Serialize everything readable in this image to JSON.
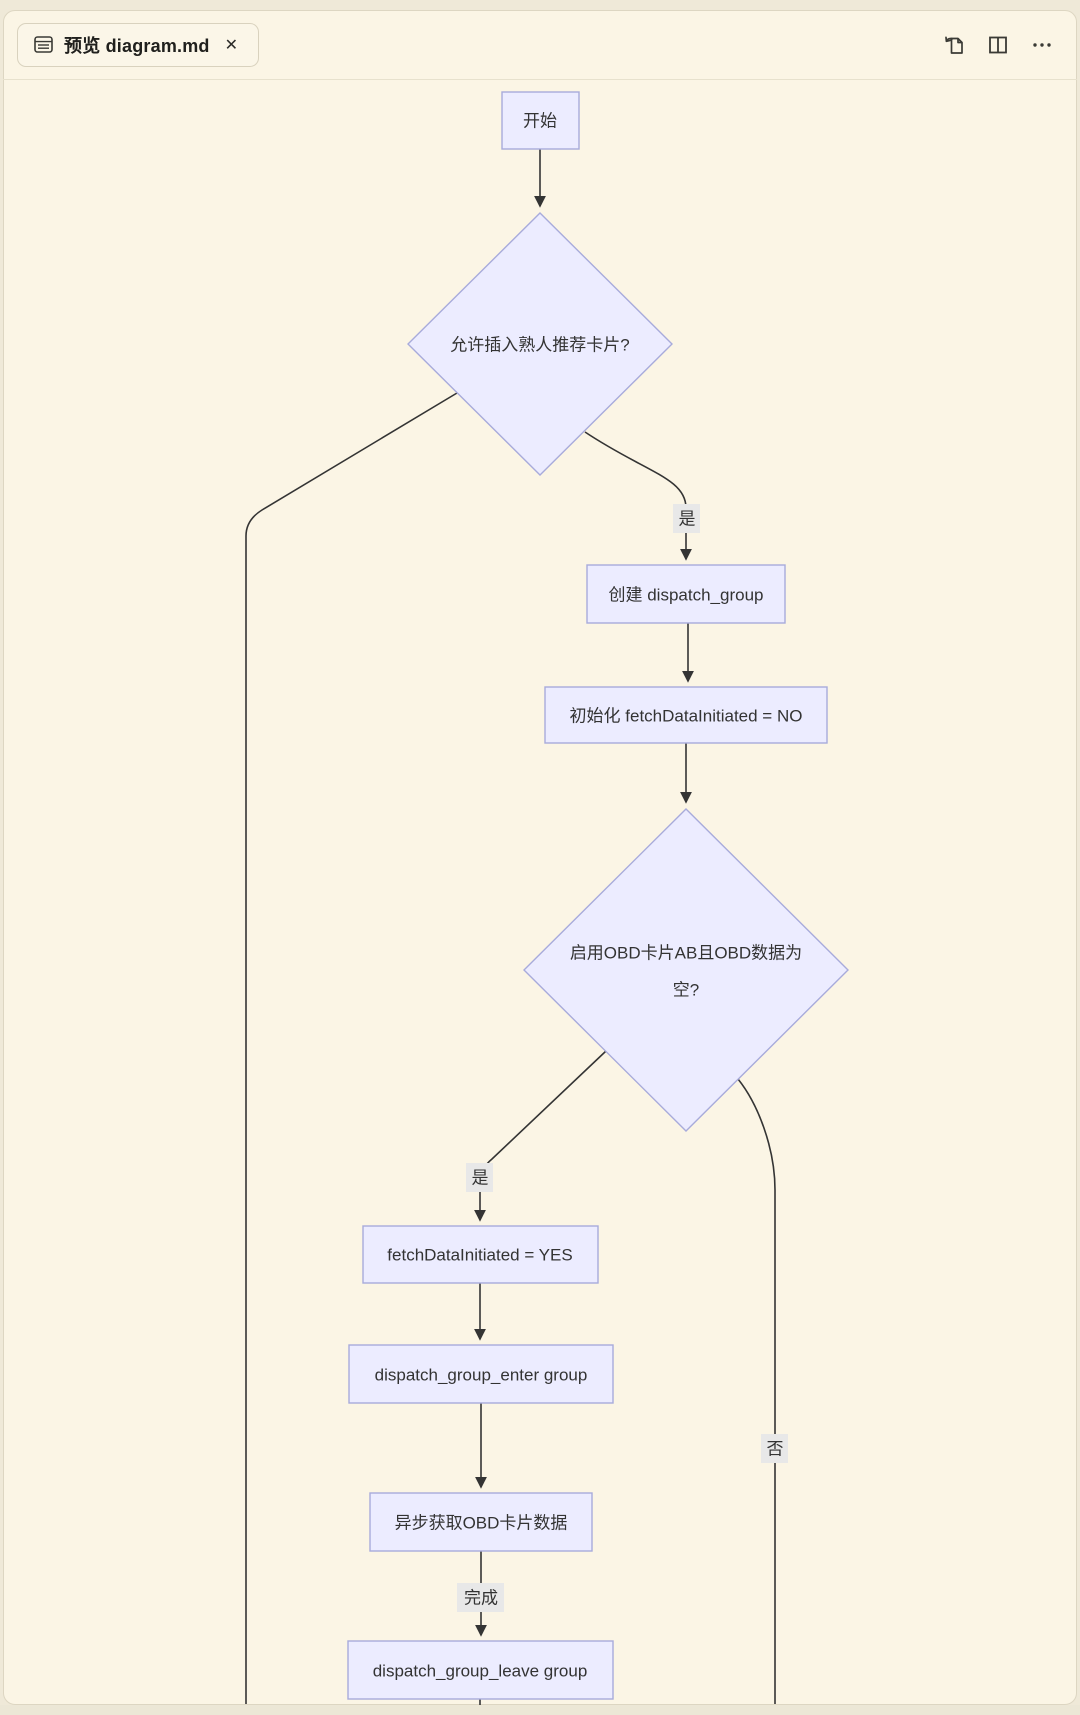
{
  "tab": {
    "title": "预览 diagram.md",
    "close_label": "✕"
  },
  "toolbar": {
    "icons": [
      "open-changes-icon",
      "split-editor-icon",
      "more-actions-icon"
    ]
  },
  "flowchart": {
    "nodes": {
      "start": {
        "label": "开始"
      },
      "decision1": {
        "label": "允许插入熟人推荐卡片?"
      },
      "create_group": {
        "label": "创建 dispatch_group"
      },
      "init_flag": {
        "label": "初始化 fetchDataInitiated = NO"
      },
      "decision2": {
        "label_line1": "启用OBD卡片AB且OBD数据为",
        "label_line2": "空?"
      },
      "set_flag": {
        "label": "fetchDataInitiated = YES"
      },
      "enter_group": {
        "label": "dispatch_group_enter group"
      },
      "async_fetch": {
        "label": "异步获取OBD卡片数据"
      },
      "leave_group": {
        "label": "dispatch_group_leave group"
      }
    },
    "edge_labels": {
      "yes1": "是",
      "yes2": "是",
      "done": "完成",
      "no": "否"
    },
    "colors": {
      "node_fill": "#ECECFF",
      "node_border": "#A8ABDB",
      "edge": "#343434",
      "edge_label_bg": "#E8E8E8",
      "canvas": "#FBF5E5"
    }
  }
}
